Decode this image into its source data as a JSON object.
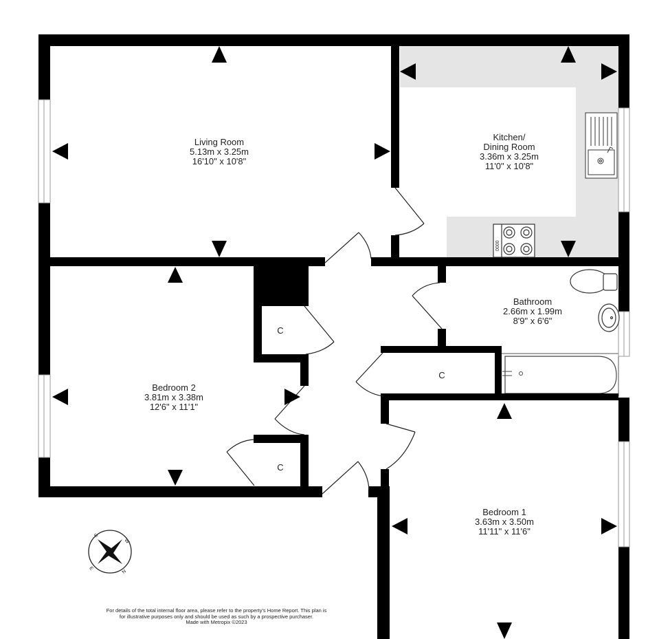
{
  "rooms": {
    "living_room": {
      "name": "Living Room",
      "metric": "5.13m  x 3.25m",
      "imperial": "16'10\"  x 10'8\""
    },
    "kitchen": {
      "name_line1": "Kitchen/",
      "name_line2": "Dining Room",
      "metric": "3.36m  x 3.25m",
      "imperial": "11'0\"  x 10'8\""
    },
    "bathroom": {
      "name": "Bathroom",
      "metric": "2.66m  x 1.99m",
      "imperial": "8'9\"  x 6'6\""
    },
    "bedroom2": {
      "name": "Bedroom 2",
      "metric": "3.81m  x 3.38m",
      "imperial": "12'6\"  x 11'1\""
    },
    "bedroom1": {
      "name": "Bedroom 1",
      "metric": "3.63m  x 3.50m",
      "imperial": "11'11\"  x 11'6\""
    }
  },
  "cupboards": {
    "label": "C"
  },
  "compass": {
    "s": "S",
    "w": "W",
    "n": "N",
    "e": "E"
  },
  "hob_label": "0000",
  "disclaimer": {
    "line1": "For details of the total internal floor area, please refer to the property's Home Report. This plan is",
    "line2": "for illustrative purposes only and should be used as such by a prospective purchaser.",
    "line3": "Made with Metropix ©2023"
  },
  "colors": {
    "wall": "#000000",
    "worktop": "#e5e5e5",
    "window": "#bbbbbb"
  }
}
